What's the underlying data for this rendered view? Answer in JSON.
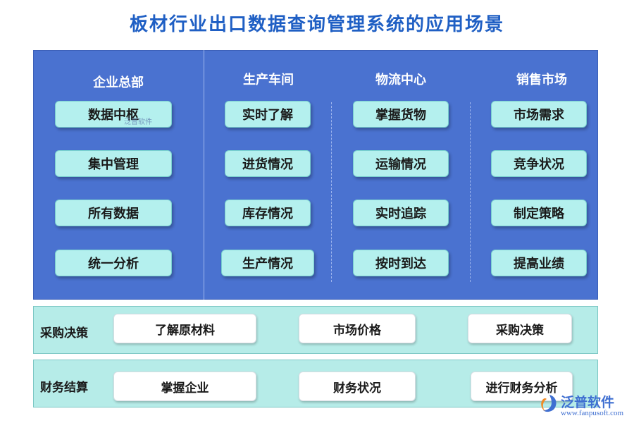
{
  "title": {
    "text": "板材行业出口数据查询管理系统的应用场景",
    "color": "#1f5fc4"
  },
  "columns": [
    {
      "heading": "企业总部",
      "items": [
        "数据中枢",
        "集中管理",
        "所有数据",
        "统一分析"
      ]
    },
    {
      "heading": "生产车间",
      "items": [
        "实时了解",
        "进货情况",
        "库存情况",
        "生产情况"
      ]
    },
    {
      "heading": "物流中心",
      "items": [
        "掌握货物",
        "运输情况",
        "实时追踪",
        "按时到达"
      ]
    },
    {
      "heading": "销售市场",
      "items": [
        "市场需求",
        "竞争状况",
        "制定策略",
        "提高业绩"
      ]
    }
  ],
  "bands": [
    {
      "label": "采购决策",
      "items": [
        "了解原材料",
        "市场价格",
        "采购决策"
      ]
    },
    {
      "label": "财务结算",
      "items": [
        "掌握企业",
        "财务状况",
        "进行财务分析"
      ]
    }
  ],
  "watermark_small": "泛普软件",
  "logo": {
    "name": "泛普软件",
    "url": "www.fanpusoft.com",
    "icon": "fanpu-logo-icon"
  },
  "colors": {
    "panel": "#4a72d0",
    "box": "#b4f0ee",
    "band": "#b6ece8",
    "accent": "#3f6fd1"
  }
}
